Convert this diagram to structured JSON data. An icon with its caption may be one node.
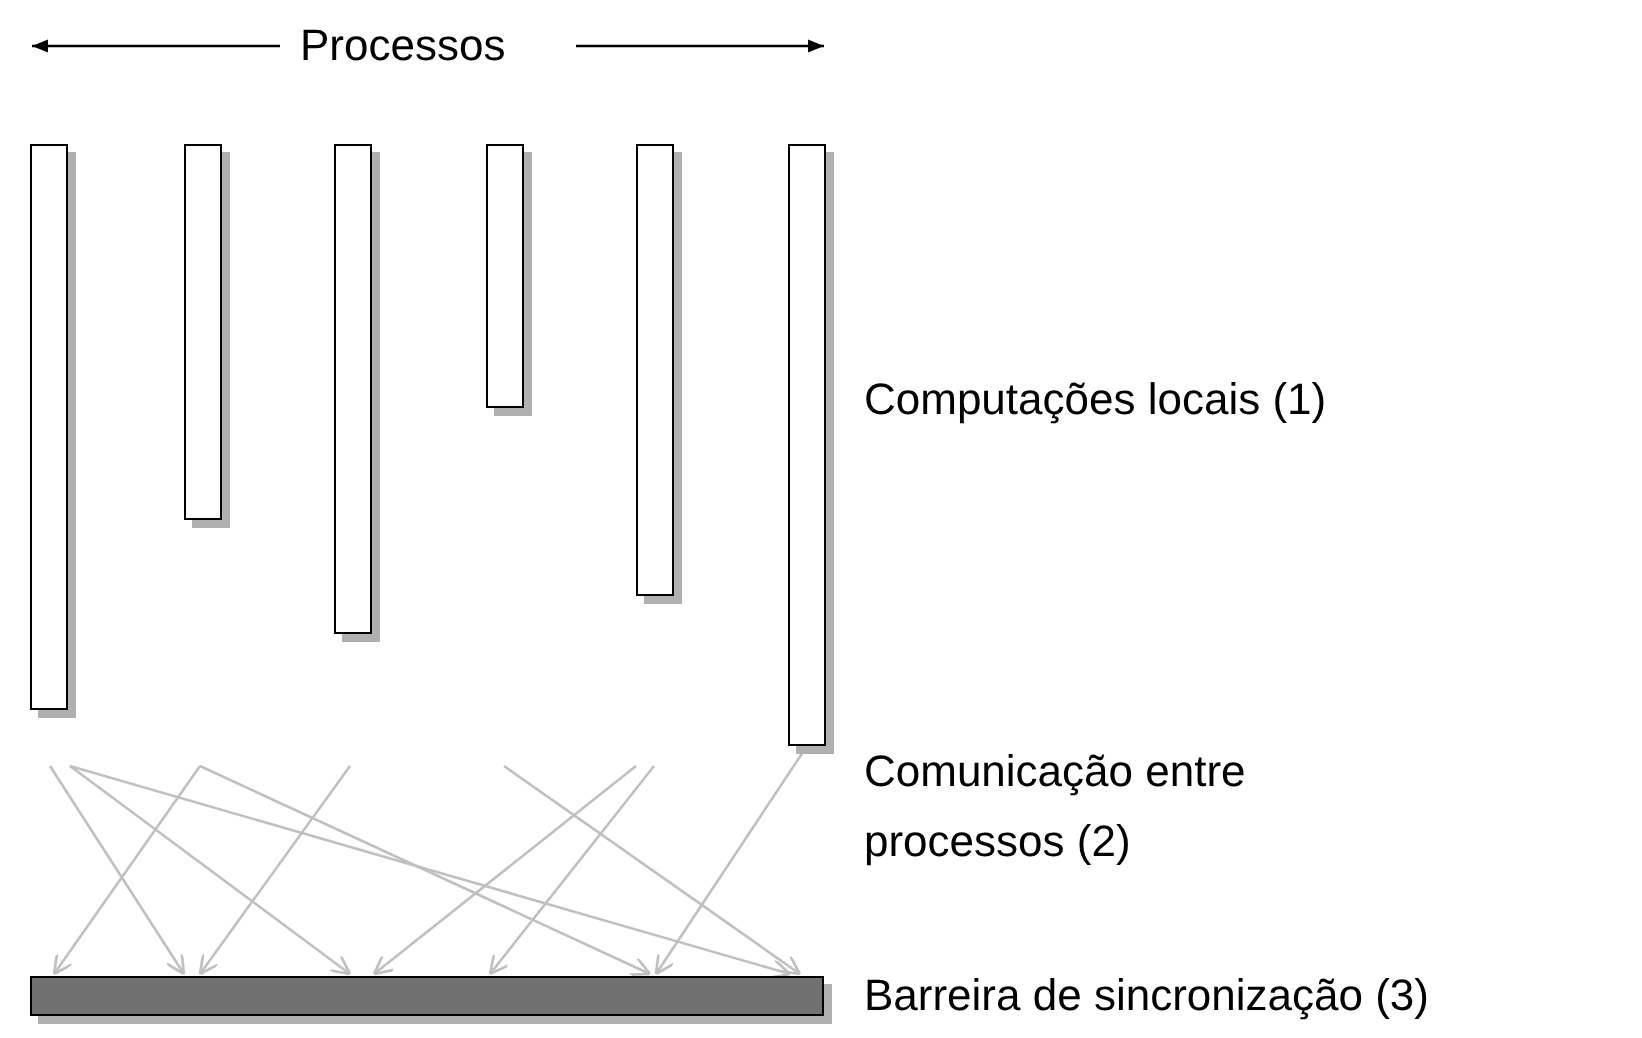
{
  "diagram": {
    "nodes": [
      {
        "text": [],
        "shape": "bar"
      },
      {
        "text": [],
        "shape": "bar"
      },
      {
        "text": [],
        "shape": "bar"
      },
      {
        "text": [],
        "shape": "bar"
      },
      {
        "text": [],
        "shape": "bar"
      },
      {
        "text": [],
        "shape": "bar"
      },
      {
        "text": [],
        "shape": "bar",
        "beside": [
          "Barreira de sincronização (3)"
        ]
      }
    ],
    "edges": [
      {
        "from": null,
        "to": 6,
        "arrow": "to"
      },
      {
        "from": null,
        "to": 6,
        "arrow": "to"
      },
      {
        "from": null,
        "to": 6,
        "arrow": "to"
      },
      {
        "from": null,
        "to": 6,
        "arrow": "to"
      },
      {
        "from": null,
        "to": 6,
        "arrow": "to"
      },
      {
        "from": null,
        "to": 6,
        "arrow": "to"
      },
      {
        "from": null,
        "to": 6,
        "arrow": "to"
      },
      {
        "from": null,
        "to": 6,
        "arrow": "to"
      },
      {
        "from": null,
        "to": 6,
        "arrow": "to"
      },
      {
        "from": 5,
        "to": 6,
        "arrow": "to"
      }
    ],
    "labels": [
      "Processos",
      "Computações locais (1)",
      "Comunicação entre processos (2)"
    ]
  }
}
